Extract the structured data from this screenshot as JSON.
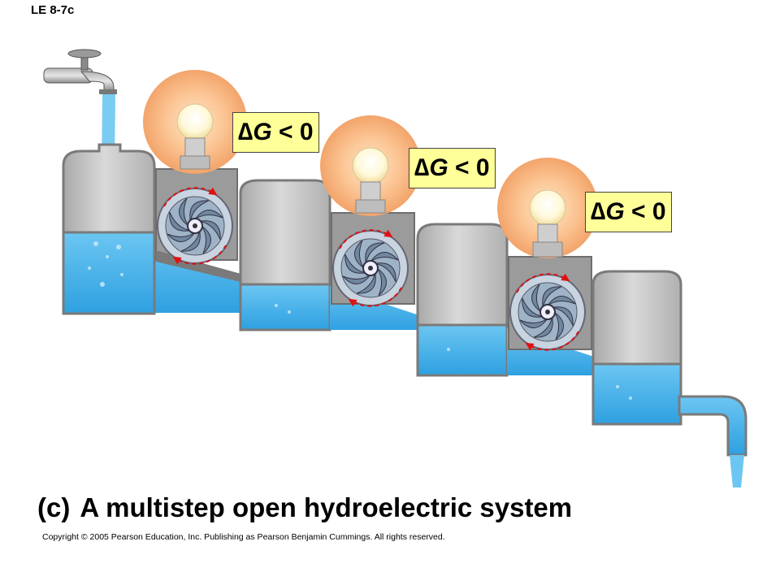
{
  "figure_label": "LE 8-7c",
  "energy_labels": [
    {
      "delta": "∆",
      "symbol": "G",
      "relation": " < 0"
    },
    {
      "delta": "∆",
      "symbol": "G",
      "relation": " < 0"
    },
    {
      "delta": "∆",
      "symbol": "G",
      "relation": " < 0"
    }
  ],
  "caption": {
    "letter": "(c)",
    "text": "A multistep open hydroelectric system"
  },
  "copyright": "Copyright © 2005 Pearson Education, Inc. Publishing as Pearson Benjamin Cummings. All rights reserved.",
  "colors": {
    "water": "#4fb6ea",
    "water_light": "#8fd3f5",
    "tank_gray": "#8e8e8e",
    "tank_fill": "#c9c9c9",
    "bulb_glow": "#f8b880",
    "label_bg": "#ffff99",
    "arrow_red": "#e01010"
  }
}
